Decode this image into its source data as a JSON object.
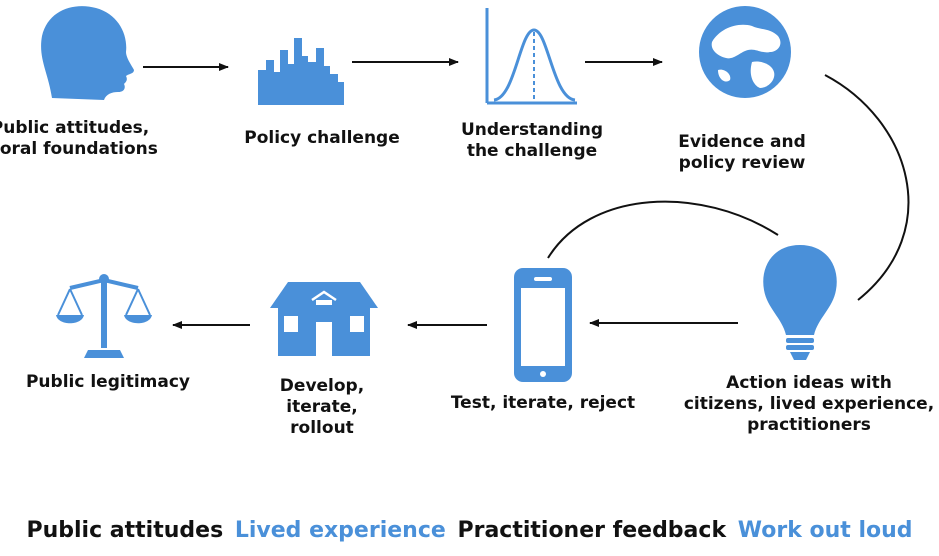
{
  "colors": {
    "accent": "#4A90D9",
    "text": "#111111",
    "line": "#111111"
  },
  "nodes": [
    {
      "id": "public-attitudes",
      "icon": "head-icon",
      "lines": [
        "Public attitudes,",
        "moral foundations"
      ]
    },
    {
      "id": "policy-challenge",
      "icon": "city-skyline-icon",
      "lines": [
        "Policy challenge"
      ]
    },
    {
      "id": "understanding",
      "icon": "bell-curve-icon",
      "lines": [
        "Understanding",
        "the challenge"
      ]
    },
    {
      "id": "evidence",
      "icon": "globe-icon",
      "lines": [
        "Evidence and",
        "policy review"
      ]
    },
    {
      "id": "action-ideas",
      "icon": "lightbulb-icon",
      "lines": [
        "Action ideas with",
        "citizens, lived experience,",
        "practitioners"
      ]
    },
    {
      "id": "test",
      "icon": "smartphone-icon",
      "lines": [
        "Test, iterate, reject"
      ]
    },
    {
      "id": "develop",
      "icon": "house-icon",
      "lines": [
        "Develop,",
        "iterate,",
        "rollout"
      ]
    },
    {
      "id": "legitimacy",
      "icon": "scales-icon",
      "lines": [
        "Public legitimacy"
      ]
    }
  ],
  "footer": [
    {
      "text": "Public attitudes",
      "color": "#111111"
    },
    {
      "text": "Lived experience",
      "color": "#4A90D9"
    },
    {
      "text": "Practitioner feedback",
      "color": "#111111"
    },
    {
      "text": "Work out loud",
      "color": "#4A90D9"
    }
  ]
}
